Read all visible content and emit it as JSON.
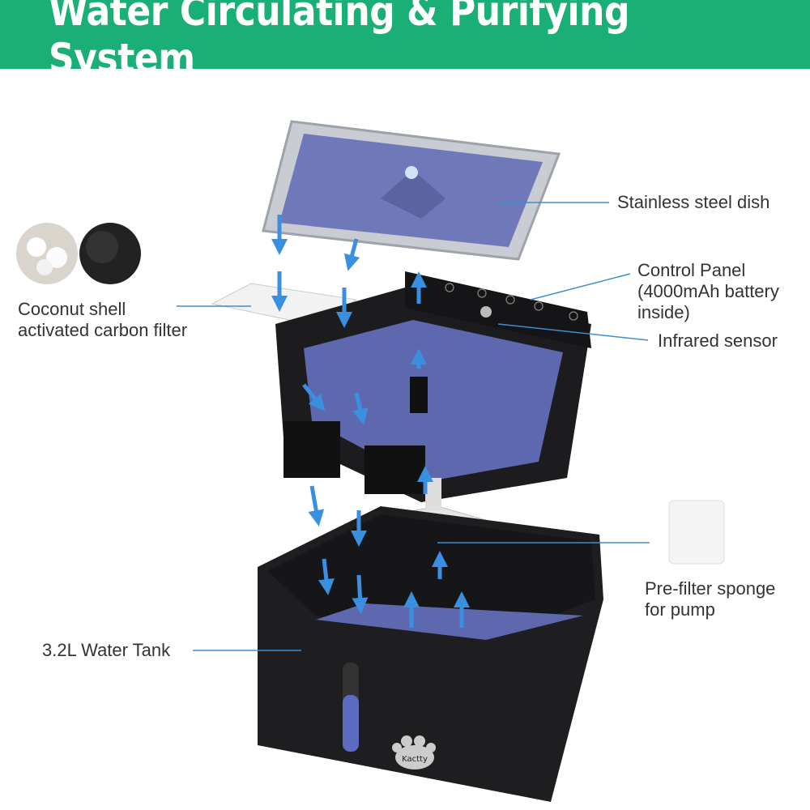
{
  "header": {
    "title": "Water Circulating & Purifying System"
  },
  "labels": {
    "dish": "Stainless steel dish",
    "control_panel": [
      "Control Panel",
      "(4000mAh battery",
      "inside)"
    ],
    "infrared": "Infrared sensor",
    "filter": [
      "Coconut shell",
      "activated carbon filter"
    ],
    "sponge": [
      "Pre-filter sponge",
      "for pump"
    ],
    "tank": "3.2L Water Tank"
  },
  "logo": "Kactty",
  "colors": {
    "header": "#1aaf77",
    "arrow": "#3b8fe0",
    "leader": "#3a8fd0",
    "water": "#6a78c0",
    "body": "#1e1e20"
  }
}
